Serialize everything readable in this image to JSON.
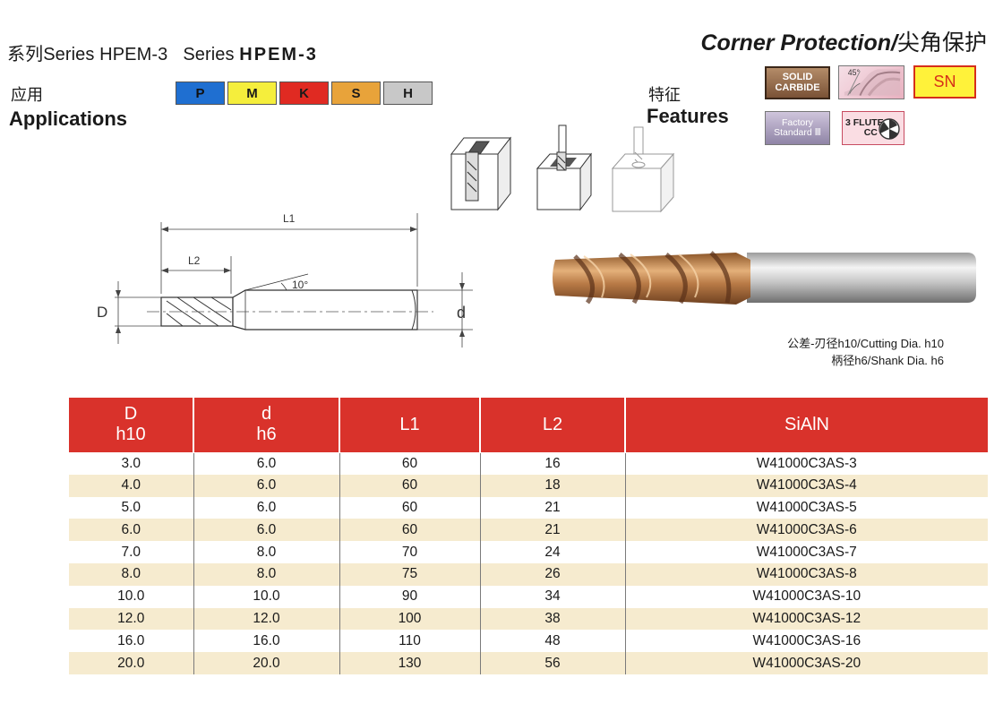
{
  "header": {
    "series_cn": "系列",
    "series_en": "Series HPEM-3",
    "series_en2": "Series",
    "series_code": "HPEM-3",
    "corner_en": "Corner Protection/",
    "corner_cn": "尖角保护"
  },
  "applications": {
    "cn": "应用",
    "en": "Applications",
    "materials": [
      {
        "label": "P",
        "color": "#1f6fd1"
      },
      {
        "label": "M",
        "color": "#f5ee3c"
      },
      {
        "label": "K",
        "color": "#e02a22"
      },
      {
        "label": "S",
        "color": "#e8a33a"
      },
      {
        "label": "H",
        "color": "#c8c8c8"
      }
    ]
  },
  "features": {
    "cn": "特征",
    "en": "Features",
    "badges": {
      "solid_line1": "SOLID",
      "solid_line2": "CARBIDE",
      "angle": "45°",
      "coating": "SN",
      "factory_line1": "Factory",
      "factory_line2": "Standard Ⅲ",
      "flute_line1": "3 FLUTE",
      "flute_line2": "CC"
    }
  },
  "drawing": {
    "l1": "L1",
    "l2": "L2",
    "angle": "10°",
    "D": "D",
    "d": "d"
  },
  "tolerance": {
    "cutting": "公差-刃径h10/Cutting Dia. h10",
    "shank": "柄径h6/Shank Dia. h6"
  },
  "table": {
    "headers": [
      {
        "line1": "D",
        "line2": "h10"
      },
      {
        "line1": "d",
        "line2": "h6"
      },
      {
        "line1": "L1",
        "line2": ""
      },
      {
        "line1": "L2",
        "line2": ""
      },
      {
        "line1": "SiAlN",
        "line2": ""
      }
    ],
    "rows": [
      [
        "3.0",
        "6.0",
        "60",
        "16",
        "W41000C3AS-3"
      ],
      [
        "4.0",
        "6.0",
        "60",
        "18",
        "W41000C3AS-4"
      ],
      [
        "5.0",
        "6.0",
        "60",
        "21",
        "W41000C3AS-5"
      ],
      [
        "6.0",
        "6.0",
        "60",
        "21",
        "W41000C3AS-6"
      ],
      [
        "7.0",
        "8.0",
        "70",
        "24",
        "W41000C3AS-7"
      ],
      [
        "8.0",
        "8.0",
        "75",
        "26",
        "W41000C3AS-8"
      ],
      [
        "10.0",
        "10.0",
        "90",
        "34",
        "W41000C3AS-10"
      ],
      [
        "12.0",
        "12.0",
        "100",
        "38",
        "W41000C3AS-12"
      ],
      [
        "16.0",
        "16.0",
        "110",
        "48",
        "W41000C3AS-16"
      ],
      [
        "20.0",
        "20.0",
        "130",
        "56",
        "W41000C3AS-20"
      ]
    ]
  }
}
